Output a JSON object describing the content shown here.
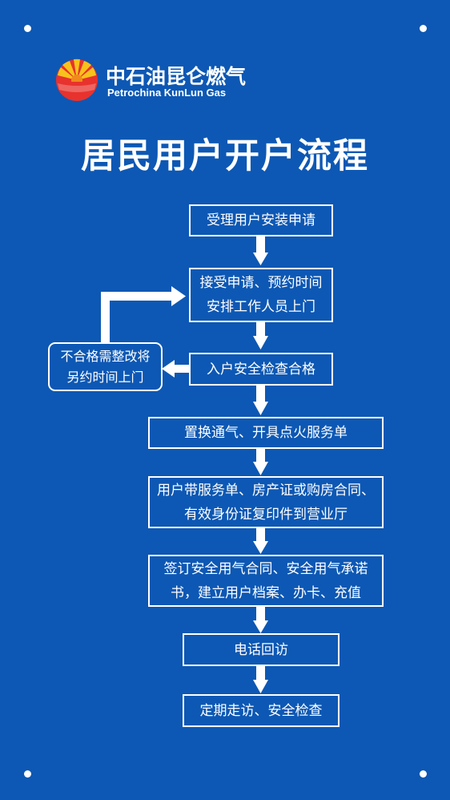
{
  "brand": {
    "name_cn": "中石油昆仑燃气",
    "name_en": "Petrochina KunLun Gas"
  },
  "title": "居民用户开户流程",
  "steps": [
    {
      "lines": [
        "受理用户安装申请"
      ]
    },
    {
      "lines": [
        "接受申请、预约时间",
        "安排工作人员上门"
      ]
    },
    {
      "lines": [
        "入户安全检查合格"
      ]
    },
    {
      "lines": [
        "置换通气、开具点火服务单"
      ]
    },
    {
      "lines": [
        "用户带服务单、房产证或购房合同、",
        "有效身份证复印件到营业厅"
      ]
    },
    {
      "lines": [
        "签订安全用气合同、安全用气承诺",
        "书，建立用户档案、办卡、充值"
      ]
    },
    {
      "lines": [
        "电话回访"
      ]
    },
    {
      "lines": [
        "定期走访、安全检查"
      ]
    }
  ],
  "side_note": {
    "lines": [
      "不合格需整改将",
      "另约时间上门"
    ]
  },
  "colors": {
    "background": "#0d58b4",
    "foreground": "#ffffff",
    "logo_red": "#e8322d",
    "logo_yellow": "#f7c21b",
    "logo_orange": "#f08a1c"
  }
}
